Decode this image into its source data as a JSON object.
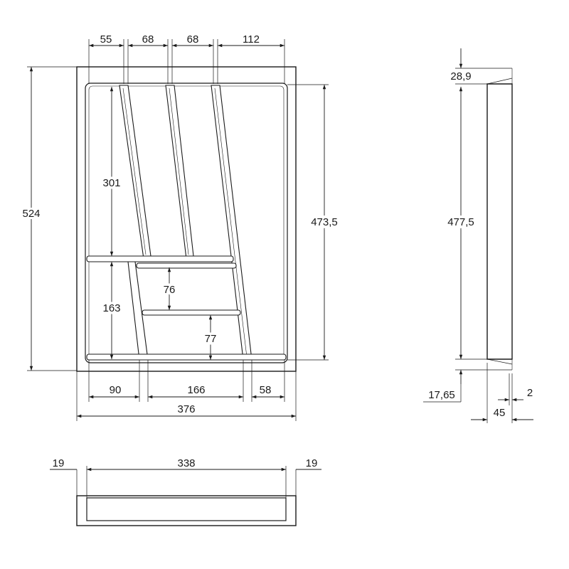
{
  "drawing": {
    "title": "",
    "top_view": {
      "widths_top": [
        "55",
        "68",
        "68",
        "112"
      ],
      "height_total": "524",
      "height_inner": "473,5",
      "height_upper_compartment": "301",
      "height_lower_compartment": "163",
      "height_middle_slot": "76",
      "height_bottom_slot": "77",
      "widths_bottom": [
        "90",
        "166",
        "58"
      ],
      "width_total": "376"
    },
    "side_view": {
      "top_offset": "28,9",
      "height": "477,5",
      "bottom_offset": "17,65",
      "wall": "2",
      "depth": "45"
    },
    "front_view": {
      "left_rim": "19",
      "inner_width": "338",
      "right_rim": "19"
    }
  }
}
